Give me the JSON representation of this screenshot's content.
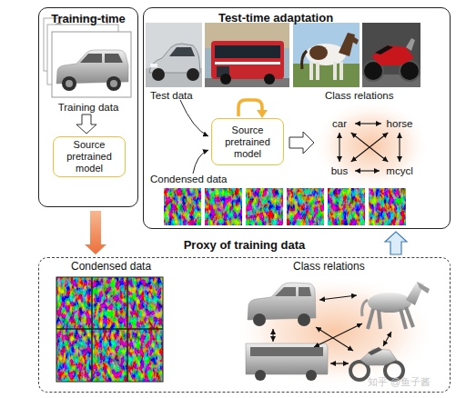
{
  "diagram": {
    "nodes": [
      {
        "text": [
          "Training-time"
        ]
      },
      {
        "text": [
          "Source pretrained model"
        ],
        "in": 0
      },
      {
        "text": [
          "Test-time adaptation"
        ]
      },
      {
        "text": [
          "Source pretrained model"
        ],
        "in": 2
      },
      {
        "text": [
          "car"
        ],
        "in": 2
      },
      {
        "text": [
          "horse"
        ],
        "in": 2
      },
      {
        "text": [
          "bus"
        ],
        "in": 2
      },
      {
        "text": [
          "mcycl"
        ],
        "in": 2
      },
      {
        "text": [
          "Proxy of training data"
        ]
      }
    ],
    "edges": [
      {
        "from": 0,
        "to": 8,
        "arrow": "to"
      },
      {
        "from": 8,
        "to": 2,
        "arrow": "to"
      },
      {
        "from": 4,
        "to": 5,
        "arrow": "both"
      },
      {
        "from": 4,
        "to": 6,
        "arrow": "both"
      },
      {
        "from": 4,
        "to": 7,
        "arrow": "both"
      },
      {
        "from": 5,
        "to": 6,
        "arrow": "both"
      },
      {
        "from": 5,
        "to": 7,
        "arrow": "both"
      },
      {
        "from": 6,
        "to": 7,
        "arrow": "both"
      }
    ],
    "labels": [
      "Training data",
      "Test data",
      "Class relations",
      "Condensed data",
      "Condensed data",
      "Class relations",
      "知乎 @鱼子酱"
    ]
  }
}
